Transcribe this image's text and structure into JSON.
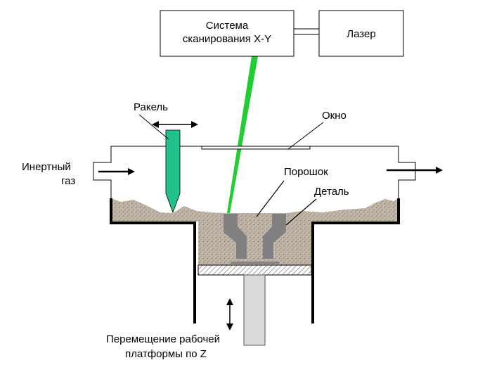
{
  "diagram": {
    "boxes": {
      "scanner": {
        "line1": "Система",
        "line2": "сканирования X-Y"
      },
      "laser": "Лазер"
    },
    "labels": {
      "recoater": "Ракель",
      "window": "Окно",
      "inert_gas_line1": "Инертный",
      "inert_gas_line2": "газ",
      "powder": "Порошок",
      "part": "Деталь",
      "platform_line1": "Перемещение рабочей",
      "platform_line2": "платформы по Z"
    },
    "colors": {
      "beam": "#22cc33",
      "recoater": "#22c08a",
      "powder": "#c2b6a8",
      "part": "#808080",
      "outline": "#000000"
    }
  }
}
